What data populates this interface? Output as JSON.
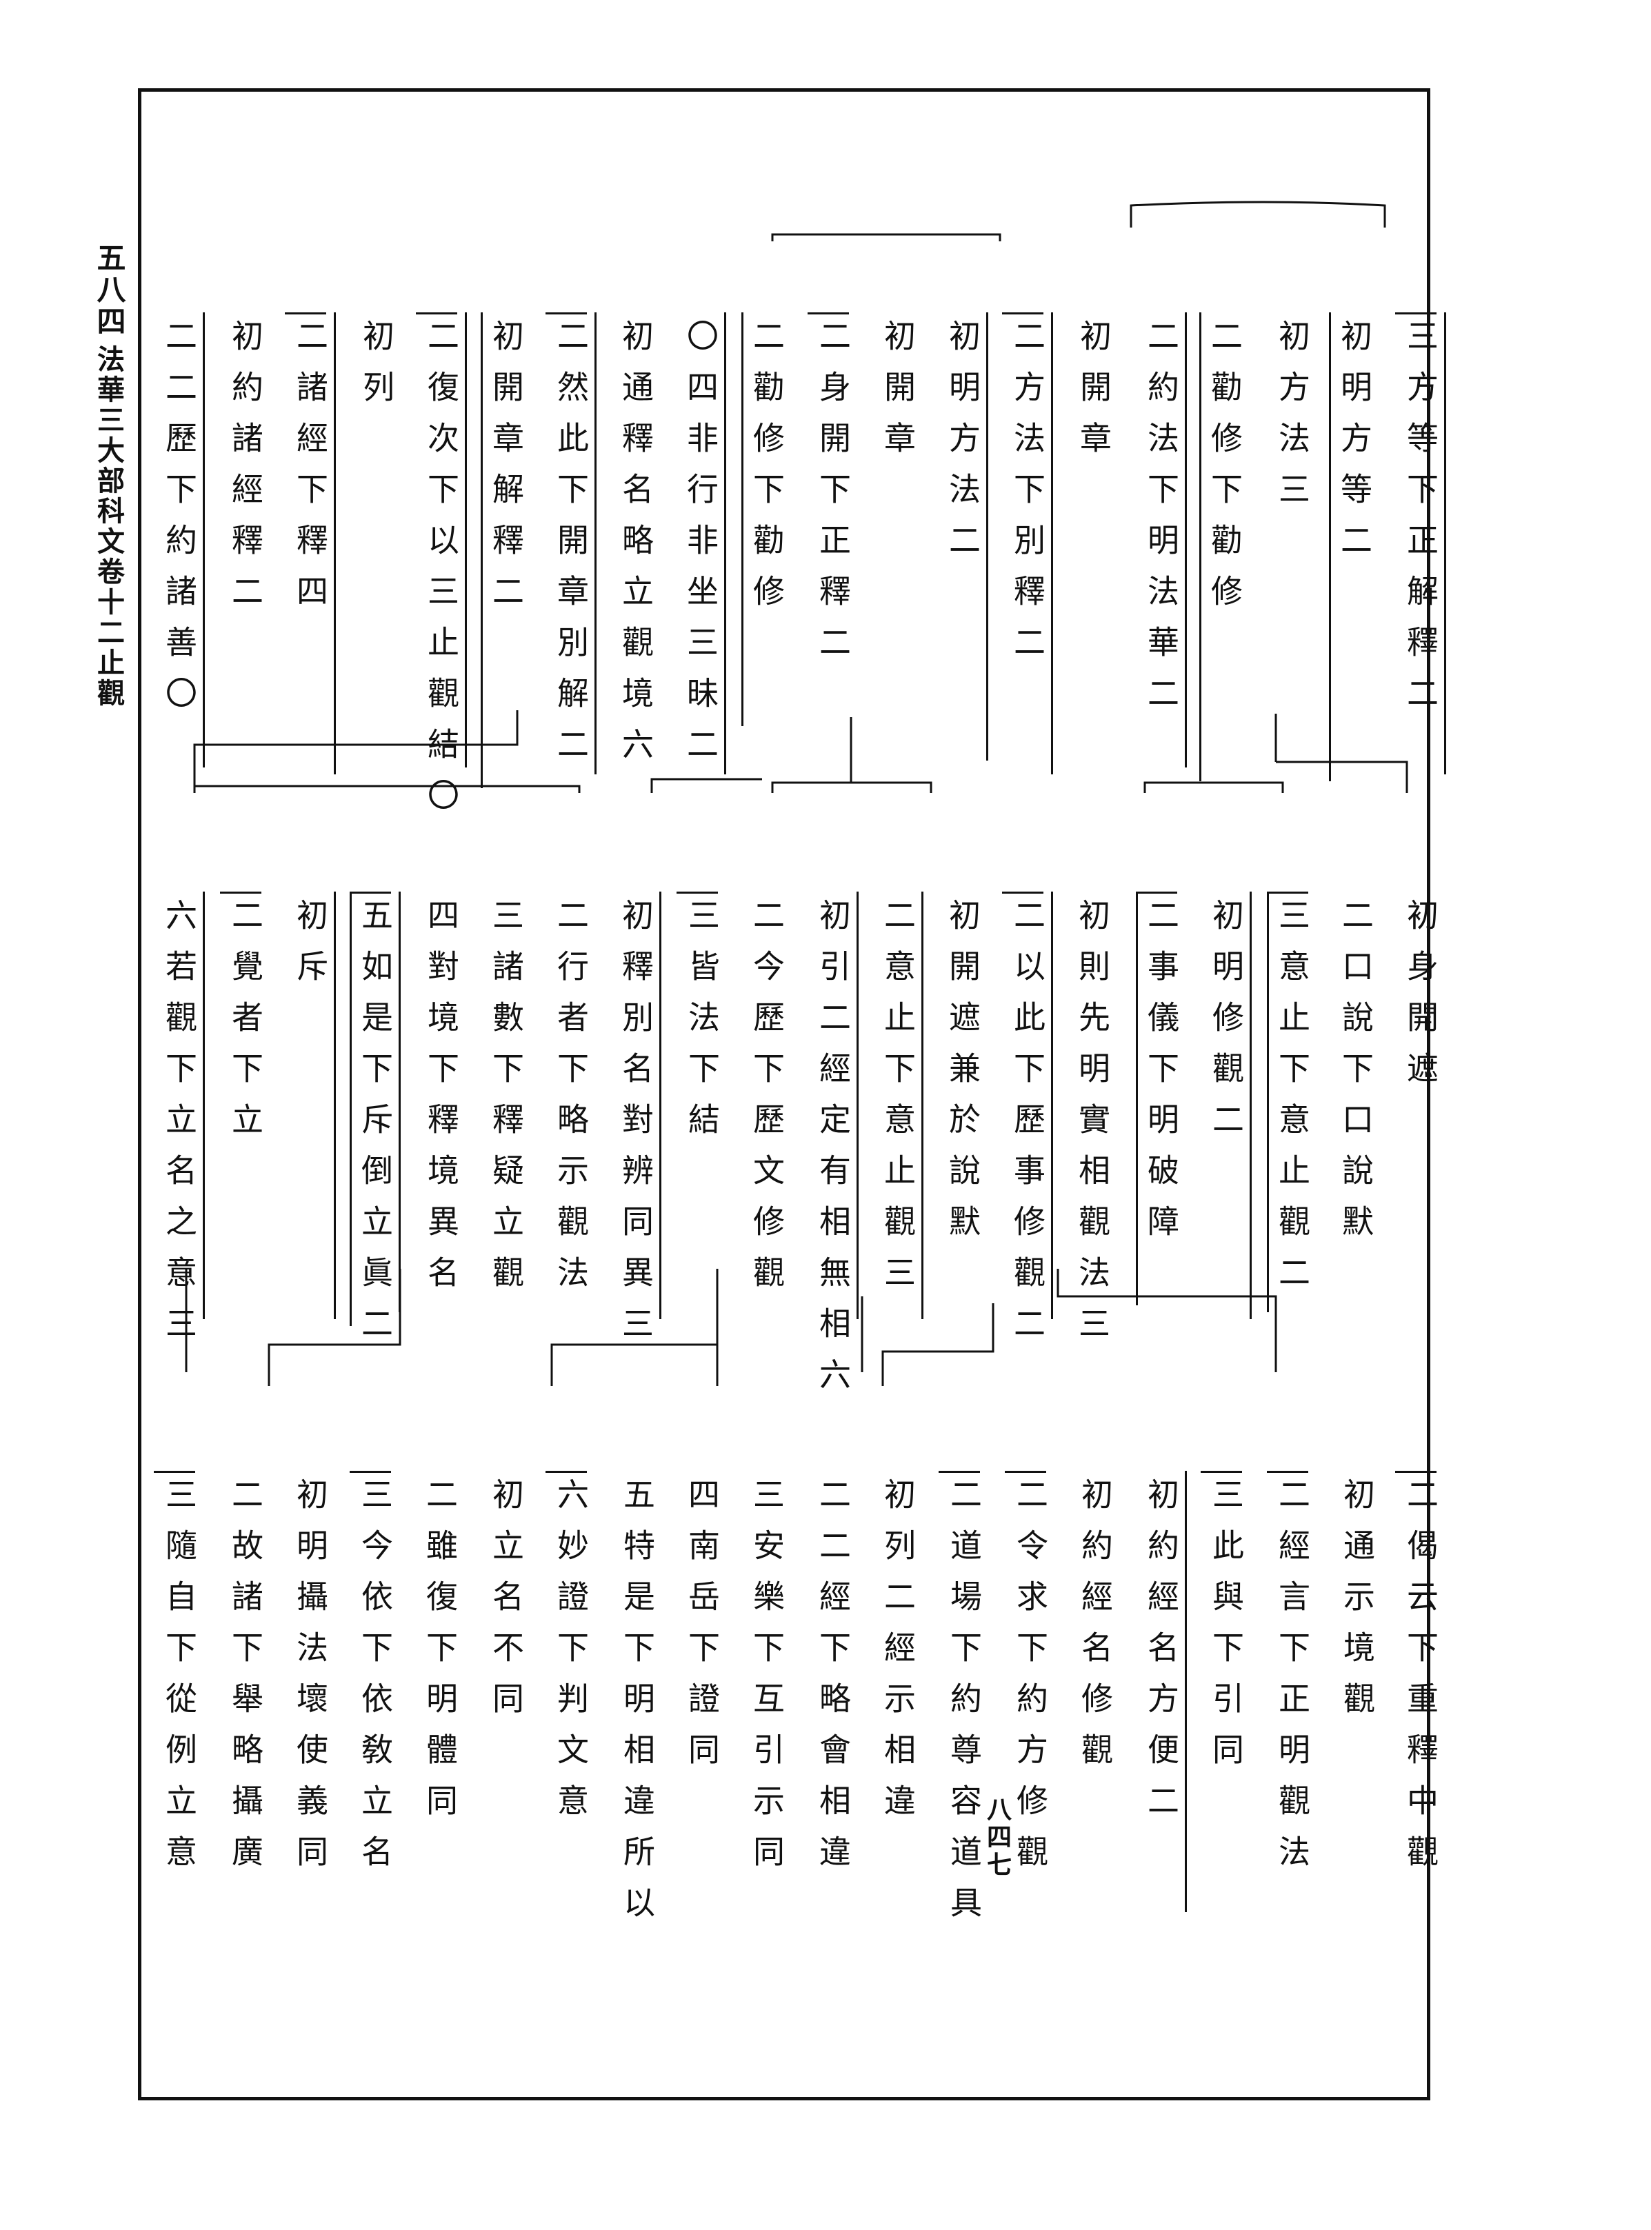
{
  "margin": {
    "page_left": "五八四",
    "title": "法華三大部科文卷十二止觀",
    "page_right": "八四七"
  },
  "rows": [
    {
      "name": "top",
      "columns": [
        "三方等下正解釋二",
        "初明方等二",
        "初方法三",
        "二勸修下勸修",
        "二約法下明法華二",
        "初開章",
        "二方法下別釋二",
        "初明方法二",
        "初開章",
        "二身開下正釋二",
        "二勸修下勸修",
        "〇四非行非坐三昧二",
        "初通釋名略立觀境六",
        "二然此下開章別解二",
        "初開章解釋二",
        "二復次下以三止觀結〇",
        "初列",
        "二諸經下釋四",
        "初約諸經釋二",
        "二二歷下約諸善〇"
      ]
    },
    {
      "name": "middle",
      "columns": [
        "初身開遮",
        "二口說下口說默",
        "三意止下意止觀二",
        "初明修觀二",
        "二事儀下明破障",
        "初則先明實相觀法三",
        "二以此下歷事修觀二",
        "初開遮兼於說默",
        "二意止下意止觀三",
        "初引二經定有相無相六",
        "二今歷下歷文修觀",
        "三皆法下結",
        "初釋別名對辨同異三",
        "二行者下略示觀法",
        "三諸數下釋疑立觀",
        "四對境下釋境異名",
        "五如是下斥倒立眞二",
        "初斥",
        "二覺者下立",
        "六若觀下立名之意三"
      ]
    },
    {
      "name": "bottom",
      "columns": [
        "二偈云下重釋中觀",
        "初通示境觀",
        "二經言下正明觀法",
        "三此與下引同",
        "初約經名方便二",
        "初約經名修觀",
        "二令求下約方修觀",
        "二道場下約尊容道具",
        "初列二經示相違",
        "二二經下略會相違",
        "三安樂下互引示同",
        "四南岳下證同",
        "五特是下明相違所以",
        "六妙證下判文意",
        "初立名不同",
        "二雖復下明體同",
        "三今依下依敎立名",
        "初明攝法壞使義同",
        "二故諸下舉略攝廣",
        "三隨自下從例立意"
      ]
    }
  ]
}
